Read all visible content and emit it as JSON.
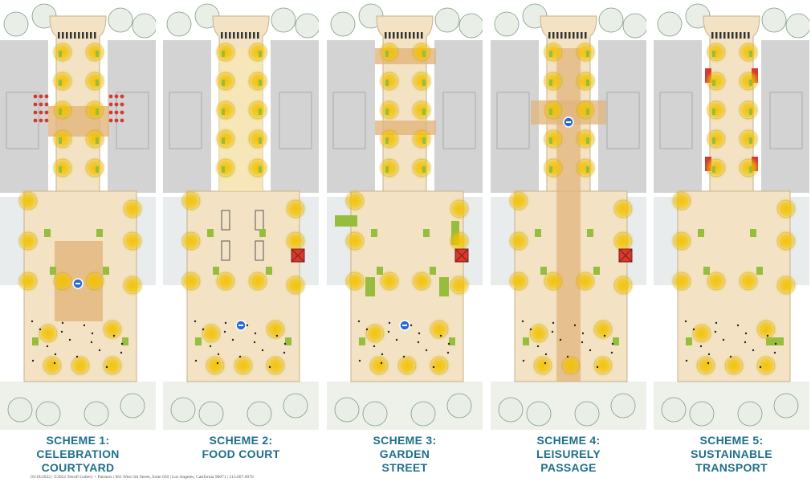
{
  "colors": {
    "caption": "#1f6f8b",
    "pavement": "#f3e3c4",
    "road": "#d3d3d3",
    "tree_glow": "#f2c100",
    "planter": "#96bd3c",
    "accent_red": "#d63a2f",
    "tan": "#e2b47c"
  },
  "schemes": [
    {
      "line1": "SCHEME 1:",
      "line2": "CELEBRATION",
      "line3": "COURTYARD",
      "features": [
        "tables",
        "central-plaza",
        "info-marker"
      ]
    },
    {
      "line1": "SCHEME 2:",
      "line2": "FOOD COURT",
      "line3": "",
      "features": [
        "food-trucks",
        "kiosk",
        "info-marker"
      ]
    },
    {
      "line1": "SCHEME 3:",
      "line2": "GARDEN",
      "line3": "STREET",
      "features": [
        "planters",
        "kiosk",
        "info-marker"
      ]
    },
    {
      "line1": "SCHEME 4:",
      "line2": "LEISURELY",
      "line3": "PASSAGE",
      "features": [
        "seating",
        "kiosk",
        "info-marker"
      ]
    },
    {
      "line1": "SCHEME 5:",
      "line2": "SUSTAINABLE",
      "line3": "TRANSPORT",
      "features": [
        "bike-racks",
        "planters"
      ]
    }
  ],
  "footer": "03/18/2022 | ©2022 Tetrafl Gallery + Partners | 661 West 5th Street, Suite 650 | Los Angeles, California 90071 | 213.607.0070"
}
